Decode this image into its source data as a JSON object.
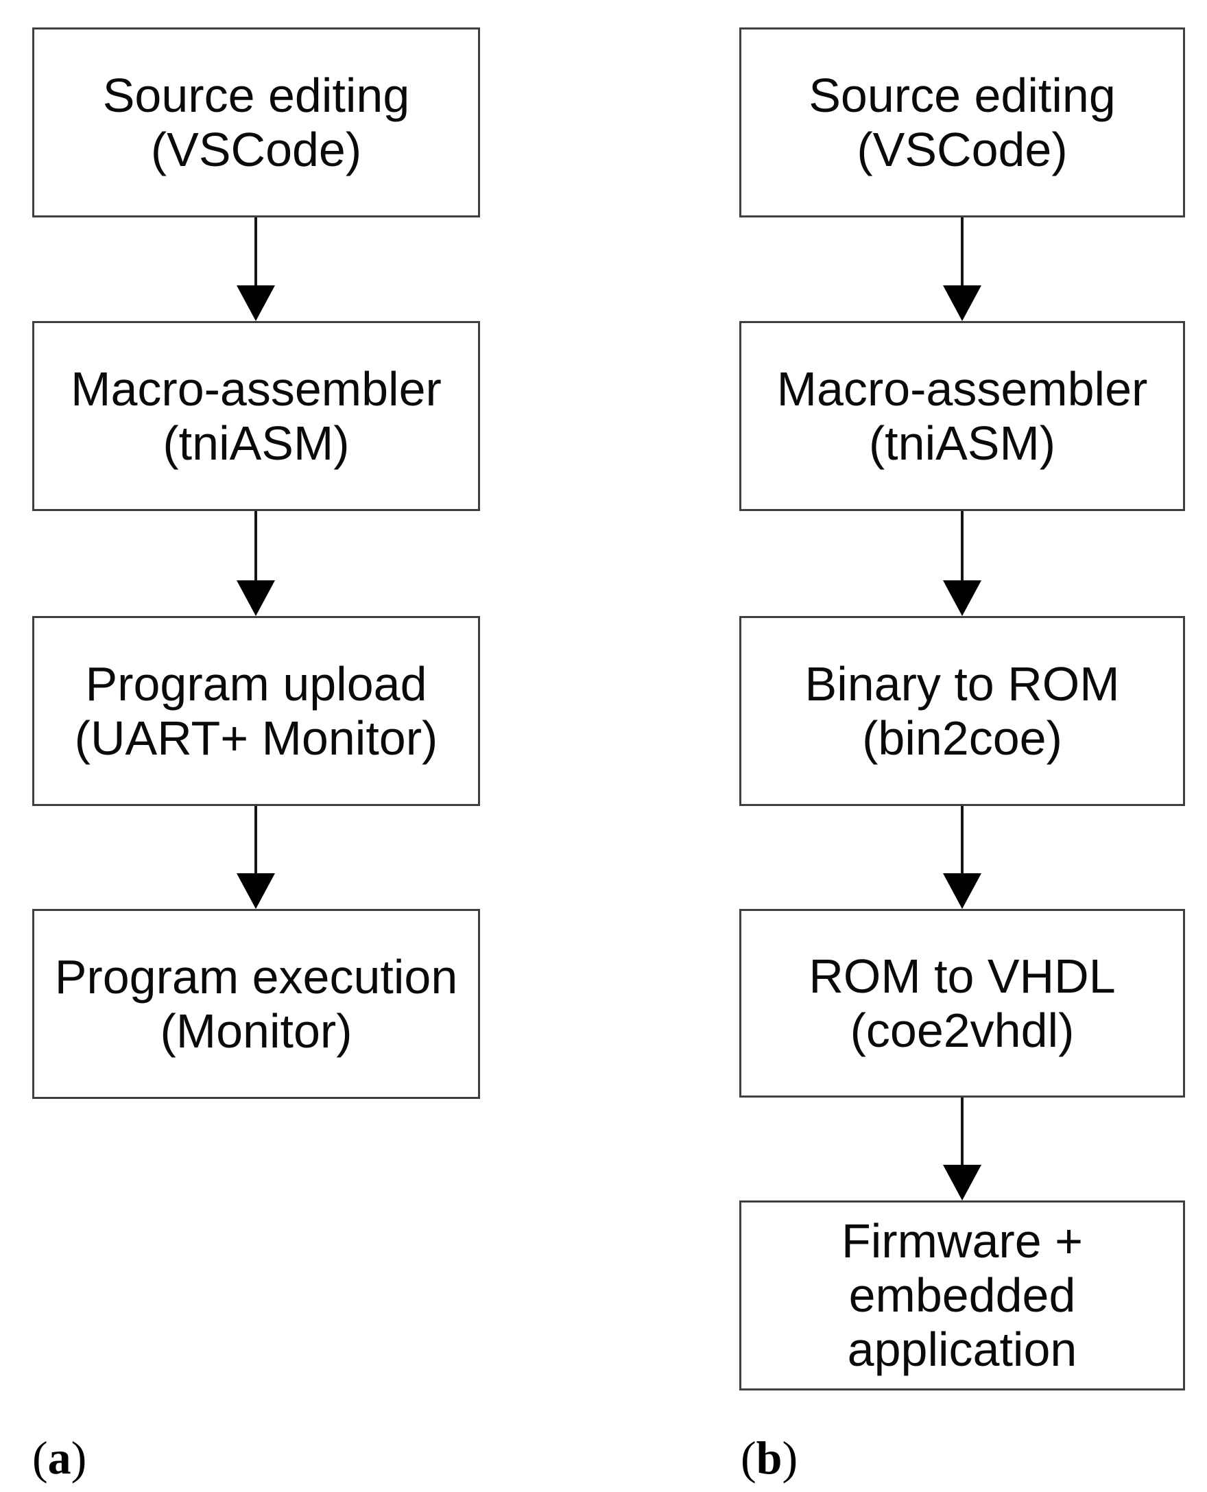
{
  "figure": {
    "background": "#ffffff",
    "colors": {
      "box_border": "#3f3f3f",
      "box_fill": "#ffffff",
      "text": "#0a0a0a",
      "arrow": "#000000"
    },
    "columns": [
      {
        "label_parts": {
          "open": "(",
          "letter": "a",
          "close": ")"
        },
        "boxes": [
          {
            "lines": [
              "Source editing",
              "(VSCode)"
            ]
          },
          {
            "lines": [
              "Macro-assembler",
              "(tniASM)"
            ]
          },
          {
            "lines": [
              "Program upload",
              "(UART+ Monitor)"
            ]
          },
          {
            "lines": [
              "Program execution",
              "(Monitor)"
            ]
          }
        ]
      },
      {
        "label_parts": {
          "open": "(",
          "letter": "b",
          "close": ")"
        },
        "boxes": [
          {
            "lines": [
              "Source editing",
              "(VSCode)"
            ]
          },
          {
            "lines": [
              "Macro-assembler",
              "(tniASM)"
            ]
          },
          {
            "lines": [
              "Binary to ROM",
              "(bin2coe)"
            ]
          },
          {
            "lines": [
              "ROM to VHDL",
              "(coe2vhdl)"
            ]
          },
          {
            "lines": [
              "Firmware +",
              "embedded",
              "application"
            ]
          }
        ]
      }
    ]
  }
}
